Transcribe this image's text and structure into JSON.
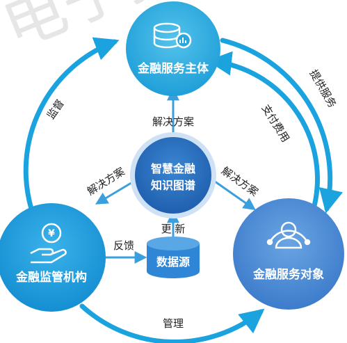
{
  "nodes": {
    "top": {
      "label": "金融服务主体"
    },
    "left": {
      "label": "金融监管机构"
    },
    "right": {
      "label": "金融服务对象"
    },
    "center": {
      "line1": "智慧金融",
      "line2": "知识图谱"
    },
    "database": {
      "label": "数据源"
    }
  },
  "edges": {
    "left_to_top": "监督",
    "top_to_right_outer": "提供服务",
    "right_to_top_inner": "支付费用",
    "left_to_right_bottom": "管理",
    "center_to_top": "解决方案",
    "center_to_left": "解决方案",
    "center_to_right": "解决方案",
    "left_to_db": "反馈",
    "db_to_center": "更 新"
  },
  "watermark": {
    "text": "电子技"
  },
  "colors": {
    "ring": "#1ba3df",
    "top_node": "#2faee0",
    "left_node": "#1a9fe0",
    "right_node": "#4a8bd6",
    "center_node": "#2a6fc0",
    "database": "#2f86d6",
    "label_text": "#222222"
  },
  "icons": [
    "database-coin-chart-icon",
    "coin-hand-icon",
    "user-network-icon"
  ]
}
